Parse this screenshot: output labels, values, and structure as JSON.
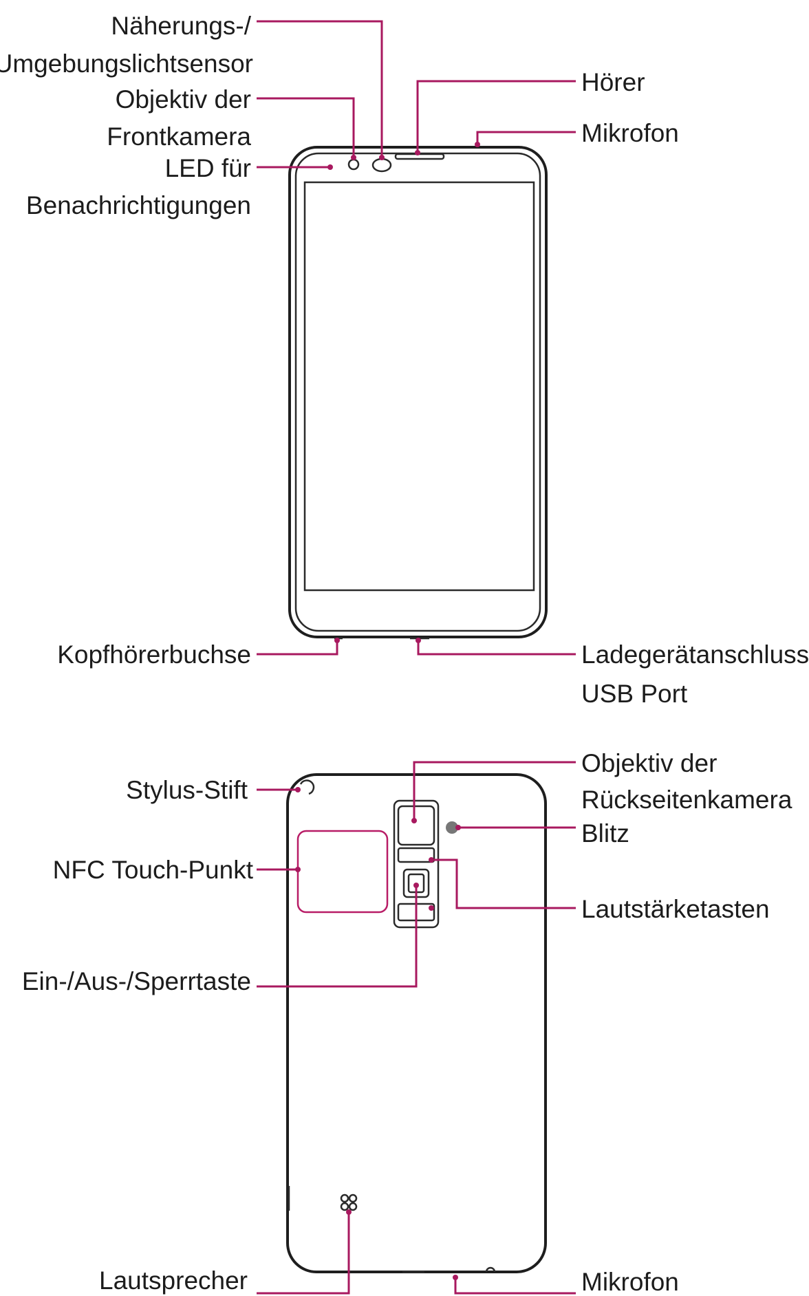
{
  "colors": {
    "leader": "#a8195f",
    "outline": "#1e1e1e",
    "text": "#1c1c1c",
    "background": "#ffffff"
  },
  "front": {
    "labels": {
      "proximity_line1": "Näherungs-/",
      "proximity_line2": "Umgebungslichtsensor",
      "front_camera_line1": "Objektiv der",
      "front_camera_line2": "Frontkamera",
      "led_line1": "LED für",
      "led_line2": "Benachrichtigungen",
      "earpiece": "Hörer",
      "microphone_top": "Mikrofon",
      "headset_jack": "Kopfhörerbuchse",
      "charger_line1": "Ladegerätanschluss/",
      "charger_line2": "USB Port"
    }
  },
  "back": {
    "labels": {
      "stylus": "Stylus-Stift",
      "nfc": "NFC Touch-Punkt",
      "power_key": "Ein-/Aus-/Sperrtaste",
      "rear_camera_line1": "Objektiv der",
      "rear_camera_line2": "Rückseitenkamera",
      "flash": "Blitz",
      "volume_keys": "Lautstärketasten",
      "speaker": "Lautsprecher",
      "microphone_bottom": "Mikrofon"
    }
  }
}
